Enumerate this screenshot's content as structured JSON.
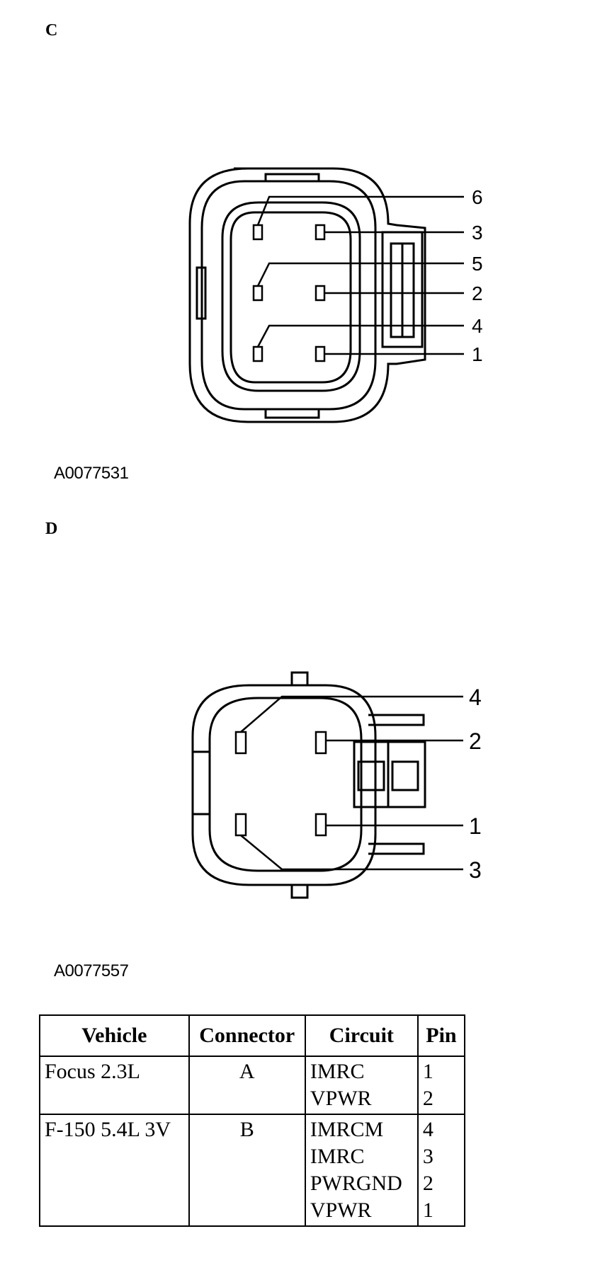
{
  "figure_c": {
    "letter": "C",
    "figure_id": "A0077531",
    "pins": [
      "6",
      "3",
      "5",
      "2",
      "4",
      "1"
    ]
  },
  "figure_d": {
    "letter": "D",
    "figure_id": "A0077557",
    "pins": [
      "4",
      "2",
      "1",
      "3"
    ]
  },
  "table": {
    "headers": [
      "Vehicle",
      "Connector",
      "Circuit",
      "Pin"
    ],
    "rows": [
      {
        "vehicle": "Focus 2.3L",
        "connector": "A",
        "circuits": [
          "IMRC",
          "VPWR"
        ],
        "pins": [
          "1",
          "2"
        ]
      },
      {
        "vehicle": "F-150 5.4L 3V",
        "connector": "B",
        "circuits": [
          "IMRCM",
          "IMRC",
          "PWRGND",
          "VPWR"
        ],
        "pins": [
          "4",
          "3",
          "2",
          "1"
        ]
      }
    ]
  }
}
